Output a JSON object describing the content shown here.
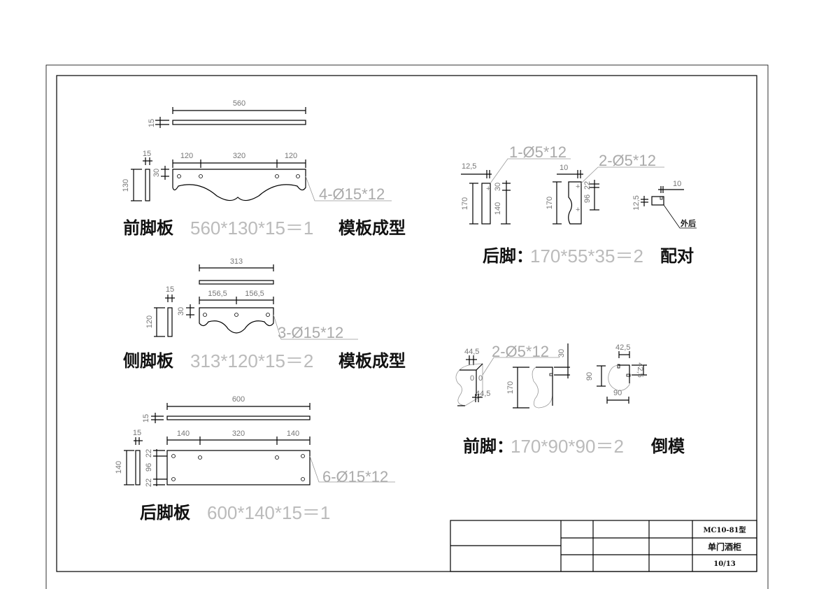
{
  "front_board": {
    "length_dim": "560",
    "thick_dim": "15",
    "thick_dim2": "15",
    "spacing": [
      "120",
      "320",
      "120"
    ],
    "hole_offset": "30",
    "height_dim": "130",
    "hole_note": "4-Ø15*12",
    "name": "前脚板",
    "size": "560*130*15＝1",
    "process": "模板成型"
  },
  "side_board": {
    "length_dim": "313",
    "thick_dim": "15",
    "spacing": [
      "156,5",
      "156,5"
    ],
    "hole_offset": "30",
    "height_dim": "120",
    "hole_note": "3-Ø15*12",
    "name": "侧脚板",
    "size": "313*120*15＝2",
    "process": "模板成型"
  },
  "back_board": {
    "length_dim": "600",
    "thick_dim": "15",
    "thick_dim2": "15",
    "spacing": [
      "140",
      "320",
      "140"
    ],
    "vertical": [
      "22",
      "96",
      "22"
    ],
    "height_dim": "140",
    "hole_note": "6-Ø15*12",
    "name": "后脚板",
    "size": "600*140*15＝1"
  },
  "back_leg": {
    "note1": "1-Ø5*12",
    "note2": "2-Ø5*12",
    "dim_12_5": "12,5",
    "dim_170a": "170",
    "dim_30": "30",
    "dim_140": "140",
    "dim_10": "10",
    "dim_170b": "170",
    "dim_96": "96",
    "dim_22": "22",
    "dim_10b": "10",
    "dim_12_5b": "12,5",
    "callout": "外后",
    "name": "后脚：",
    "size": "170*55*35＝2",
    "process": "配对"
  },
  "front_leg": {
    "note": "2-Ø5*12",
    "dim_44_5a": "44,5",
    "dim_44_5b": "44,5",
    "face_mark": "0",
    "dim_170": "170",
    "dim_30": "30",
    "dim_42_5a": "42,5",
    "dim_42_5b": "42,5",
    "dim_90a": "90",
    "dim_90b": "90",
    "name": "前脚：",
    "size": "170*90*90＝2",
    "process": "倒模"
  },
  "title_block": {
    "model": "MC10-81型",
    "product": "单门酒柜",
    "sheet": "10/13"
  }
}
